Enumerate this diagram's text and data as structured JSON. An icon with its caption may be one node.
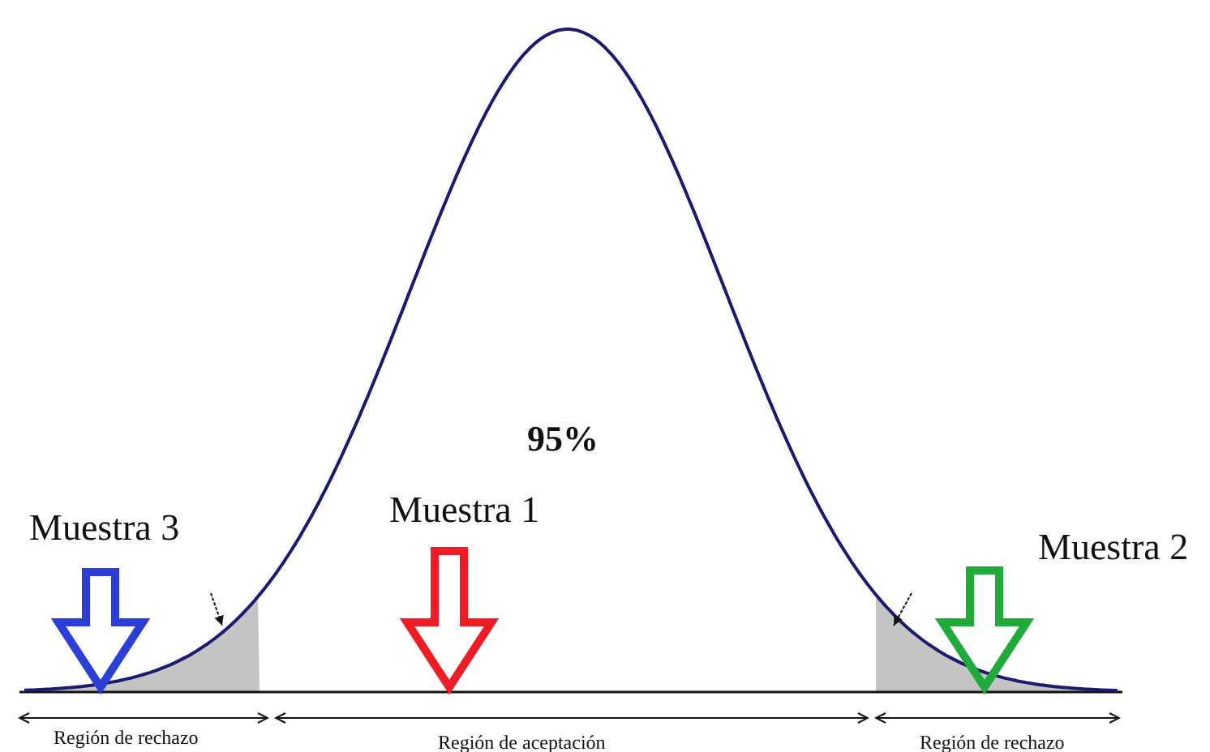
{
  "diagram": {
    "labels": [
      "95%",
      "Muestra 3",
      "Muestra 1",
      "Muestra 2",
      "Región de rechazo",
      "Región de aceptación",
      "Región de rechazo"
    ]
  }
}
